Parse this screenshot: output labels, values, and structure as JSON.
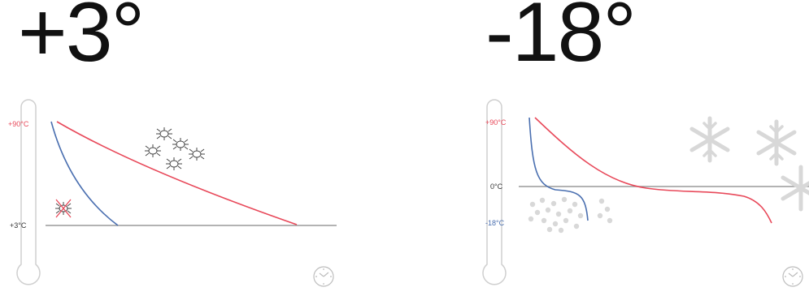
{
  "left": {
    "big_temperature": "+3°",
    "top_scale_label": "+90°C",
    "level_label": "+3°C",
    "colors": {
      "red": "#e8495a",
      "blue": "#4a6fb0",
      "gray": "#9a9a9a",
      "axis_red_text": "#e8495a"
    },
    "icons": [
      "thermometer-icon",
      "bacteria-icon",
      "crossed-out-bacteria-icon",
      "clock-icon"
    ]
  },
  "right": {
    "big_temperature": "-18°",
    "top_scale_label": "+90°C",
    "zero_label": "0°C",
    "level_label": "-18°C",
    "colors": {
      "red": "#e8495a",
      "blue": "#4a6fb0",
      "gray": "#9a9a9a",
      "snow": "#d8d8d8"
    },
    "icons": [
      "thermometer-icon",
      "snowflake-icon",
      "ice-crystals-icon",
      "clock-icon"
    ]
  }
}
